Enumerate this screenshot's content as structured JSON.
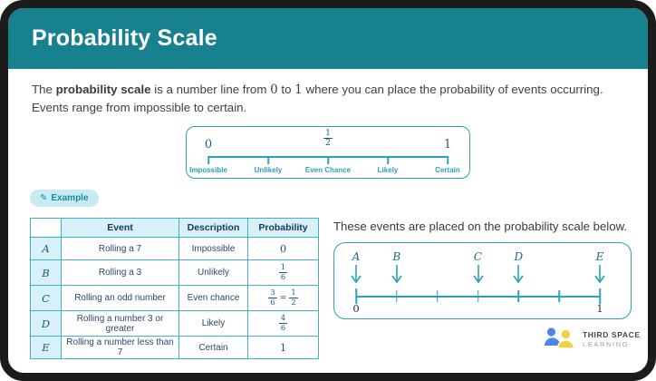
{
  "header": {
    "title": "Probability Scale"
  },
  "intro": {
    "t1": "The ",
    "bold": "probability scale",
    "t2": " is a number line from ",
    "n0": "0",
    "t3": " to ",
    "n1": "1",
    "t4": " where you can place the probability of events occurring.",
    "line2": "Events range from impossible to certain."
  },
  "scale1": {
    "left_number": "0",
    "mid_fraction": {
      "num": "1",
      "den": "2"
    },
    "right_number": "1",
    "labels": [
      "Impossible",
      "Unlikely",
      "Even Chance",
      "Likely",
      "Certain"
    ]
  },
  "example": {
    "label": "Example",
    "icon": "pencil-icon"
  },
  "table": {
    "headers": {
      "event": "Event",
      "description": "Description",
      "probability": "Probability"
    },
    "rows": [
      {
        "label": "A",
        "event": "Rolling a 7",
        "description": "Impossible",
        "prob": "0"
      },
      {
        "label": "B",
        "event": "Rolling a 3",
        "description": "Unlikely",
        "frac": {
          "num": "1",
          "den": "6"
        }
      },
      {
        "label": "C",
        "event": "Rolling an odd number",
        "description": "Even chance",
        "frac1": {
          "num": "3",
          "den": "6"
        },
        "equals": "=",
        "frac2": {
          "num": "1",
          "den": "2"
        }
      },
      {
        "label": "D",
        "event": "Rolling a number 3 or greater",
        "description": "Likely",
        "frac": {
          "num": "4",
          "den": "6"
        }
      },
      {
        "label": "E",
        "event": "Rolling a number less than 7",
        "description": "Certain",
        "prob": "1"
      }
    ]
  },
  "right": {
    "caption": "These events are placed on the probability scale below."
  },
  "scale2": {
    "left_number": "0",
    "right_number": "1",
    "markers": [
      {
        "label": "A",
        "pos_pct": 0,
        "value": "0"
      },
      {
        "label": "B",
        "pos_pct": 16.67,
        "value": "1/6"
      },
      {
        "label": "C",
        "pos_pct": 50,
        "value": "1/2"
      },
      {
        "label": "D",
        "pos_pct": 66.67,
        "value": "4/6"
      },
      {
        "label": "E",
        "pos_pct": 100,
        "value": "1"
      }
    ]
  },
  "logo": {
    "line1": "THIRD SPACE",
    "line2": "LEARNING"
  },
  "colors": {
    "header_teal": "#17818f",
    "diagram_teal": "#2aa3b8",
    "table_border": "#40b1c5",
    "light_blue_fill": "#d8f1f8",
    "navy_text": "#29496b",
    "math_serif": "#1d5a74",
    "logo_blue": "#4a87e8",
    "logo_yellow": "#f4cf3e"
  }
}
